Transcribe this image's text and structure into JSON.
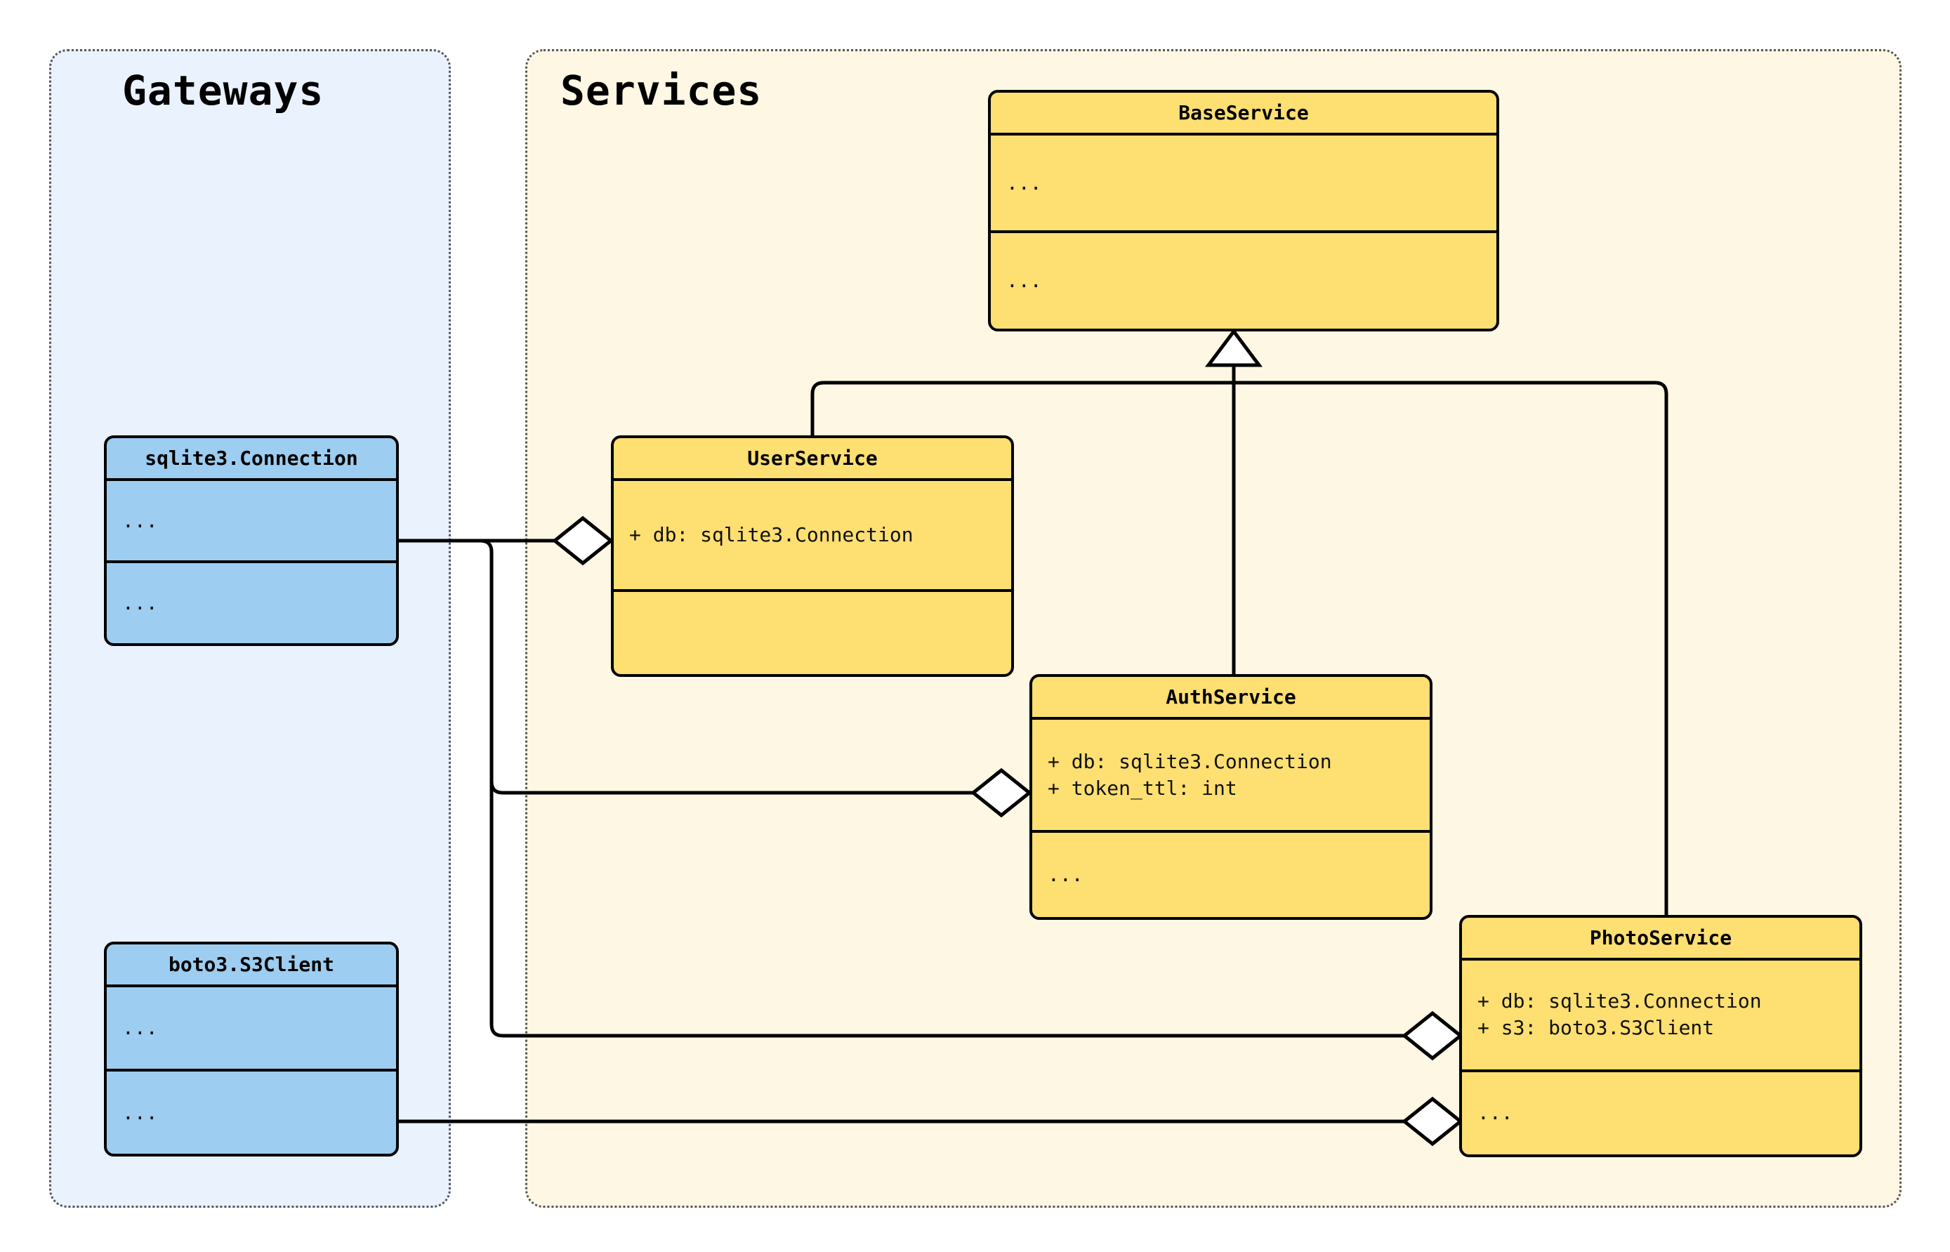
{
  "diagram": {
    "type": "uml-class-diagram",
    "packages": [
      {
        "id": "gateways",
        "title": "Gateways",
        "background": "#EAF2FD",
        "border_style": "dotted"
      },
      {
        "id": "services",
        "title": "Services",
        "background": "#FDF7E3",
        "border_style": "dotted"
      }
    ],
    "classes": [
      {
        "id": "baseservice",
        "name": "BaseService",
        "package": "services",
        "fill": "#FDDF72",
        "attributes": [
          "..."
        ],
        "methods": [
          "..."
        ]
      },
      {
        "id": "userservice",
        "name": "UserService",
        "package": "services",
        "fill": "#FDDF72",
        "attributes": [
          "+ db: sqlite3.Connection"
        ],
        "methods": [
          ""
        ]
      },
      {
        "id": "authservice",
        "name": "AuthService",
        "package": "services",
        "fill": "#FDDF72",
        "attributes": [
          "+ db: sqlite3.Connection",
          "+ token_ttl: int"
        ],
        "methods": [
          "..."
        ]
      },
      {
        "id": "photoservice",
        "name": "PhotoService",
        "package": "services",
        "fill": "#FDDF72",
        "attributes": [
          "+ db: sqlite3.Connection",
          "+ s3: boto3.S3Client"
        ],
        "methods": [
          "..."
        ]
      },
      {
        "id": "sqlite3connection",
        "name": "sqlite3.Connection",
        "package": "gateways",
        "fill": "#9DCDF0",
        "attributes": [
          "..."
        ],
        "methods": [
          "..."
        ]
      },
      {
        "id": "boto3s3client",
        "name": "boto3.S3Client",
        "package": "gateways",
        "fill": "#9DCDF0",
        "attributes": [
          "..."
        ],
        "methods": [
          "..."
        ]
      }
    ],
    "relationships": [
      {
        "from": "userservice",
        "to": "baseservice",
        "type": "generalization",
        "marker": "hollow-triangle"
      },
      {
        "from": "authservice",
        "to": "baseservice",
        "type": "generalization",
        "marker": "hollow-triangle"
      },
      {
        "from": "photoservice",
        "to": "baseservice",
        "type": "generalization",
        "marker": "hollow-triangle"
      },
      {
        "from": "sqlite3connection",
        "to": "userservice",
        "type": "aggregation",
        "marker": "hollow-diamond"
      },
      {
        "from": "sqlite3connection",
        "to": "authservice",
        "type": "aggregation",
        "marker": "hollow-diamond"
      },
      {
        "from": "sqlite3connection",
        "to": "photoservice",
        "type": "aggregation",
        "marker": "hollow-diamond"
      },
      {
        "from": "boto3s3client",
        "to": "photoservice",
        "type": "aggregation",
        "marker": "hollow-diamond"
      }
    ]
  }
}
